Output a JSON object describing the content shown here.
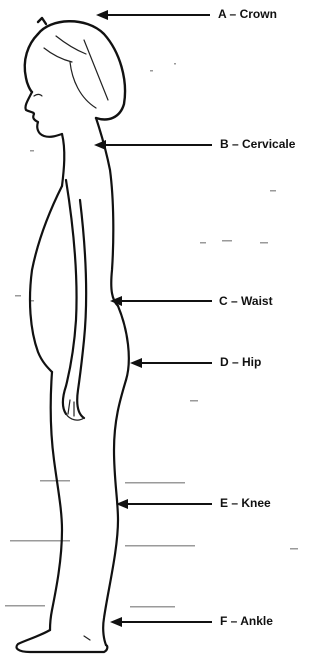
{
  "landmarks": [
    {
      "id": "a",
      "text": "A – Crown"
    },
    {
      "id": "b",
      "text": "B – Cervicale"
    },
    {
      "id": "c",
      "text": "C – Waist"
    },
    {
      "id": "d",
      "text": "D – Hip"
    },
    {
      "id": "e",
      "text": "E – Knee"
    },
    {
      "id": "f",
      "text": "F – Ankle"
    }
  ],
  "colors": {
    "ink": "#111111",
    "paper": "#ffffff",
    "noise": "#9a9a9a"
  }
}
